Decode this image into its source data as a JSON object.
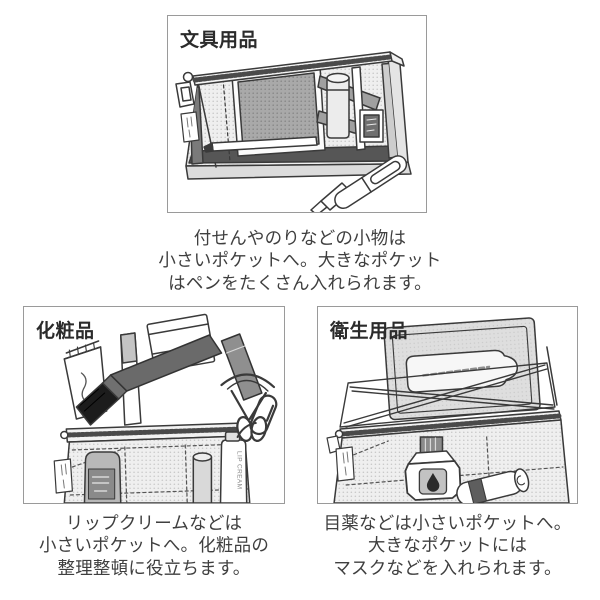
{
  "canvas": {
    "background": "#ffffff",
    "panel_border": "#9a9a9a",
    "line_color": "#3a3a3a",
    "caption_color": "#3f3f3f"
  },
  "panels": [
    {
      "id": "stationery",
      "label": "文具用品",
      "caption_lines": [
        "付せんやのりなどの小物は",
        "小さいポケットへ。大きなポケット",
        "はペンをたくさん入れられます。"
      ]
    },
    {
      "id": "cosmetics",
      "label": "化粧品",
      "caption_lines": [
        "リップクリームなどは",
        "小さいポケットへ。化粧品の",
        "整理整頓に役立ちます。"
      ]
    },
    {
      "id": "hygiene",
      "label": "衛生用品",
      "caption_lines": [
        "目薬などは小さいポケットへ。",
        "大きなポケットには",
        "マスクなどを入れられます。"
      ]
    }
  ],
  "illustration_text": {
    "lip_cream": "LIP CREAM"
  }
}
